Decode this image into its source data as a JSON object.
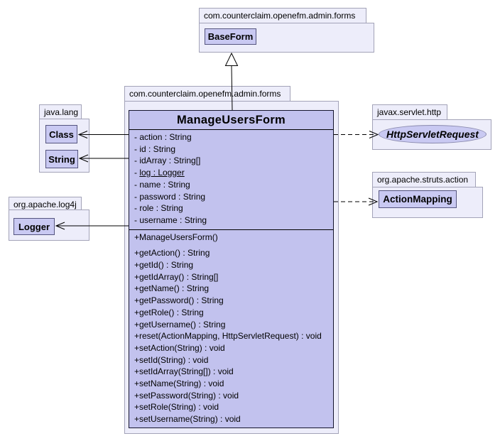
{
  "colors": {
    "package_fill": "#ededfa",
    "package_border": "#a3a3b8",
    "class_fill": "#c9c9f2",
    "class_border": "#55557f",
    "main_class_fill": "#c2c2ee",
    "main_class_border": "#15152e",
    "connector": "#000000"
  },
  "packages": {
    "forms_top": {
      "label": "com.counterclaim.openefm.admin.forms"
    },
    "forms_main": {
      "label": "com.counterclaim.openefm.admin.forms"
    },
    "java_lang": {
      "label": "java.lang"
    },
    "log4j": {
      "label": "org.apache.log4j"
    },
    "servlet": {
      "label": "javax.servlet.http"
    },
    "struts": {
      "label": "org.apache.struts.action"
    }
  },
  "classes": {
    "base_form": "BaseForm",
    "java_class": "Class",
    "java_string": "String",
    "logger": "Logger",
    "http_servlet_request": "HttpServletRequest",
    "action_mapping": "ActionMapping"
  },
  "main_class": {
    "name": "ManageUsersForm",
    "attributes": [
      {
        "prefix": "- ",
        "text": "action : String"
      },
      {
        "prefix": "- ",
        "text": "id : String"
      },
      {
        "prefix": "- ",
        "text": "idArray : String[]"
      },
      {
        "prefix": "- ",
        "text": "log : Logger"
      },
      {
        "prefix": "- ",
        "text": "name : String"
      },
      {
        "prefix": "- ",
        "text": "password : String"
      },
      {
        "prefix": "- ",
        "text": "role : String"
      },
      {
        "prefix": "- ",
        "text": "username : String"
      }
    ],
    "constructor": "+ManageUsersForm()",
    "methods": [
      "+getAction() : String",
      "+getId() : String",
      "+getIdArray() : String[]",
      "+getName() : String",
      "+getPassword() : String",
      "+getRole() : String",
      "+getUsername() : String",
      "+reset(ActionMapping, HttpServletRequest) : void",
      "+setAction(String) : void",
      "+setId(String) : void",
      "+setIdArray(String[]) : void",
      "+setName(String) : void",
      "+setPassword(String) : void",
      "+setRole(String) : void",
      "+setUsername(String) : void"
    ]
  }
}
